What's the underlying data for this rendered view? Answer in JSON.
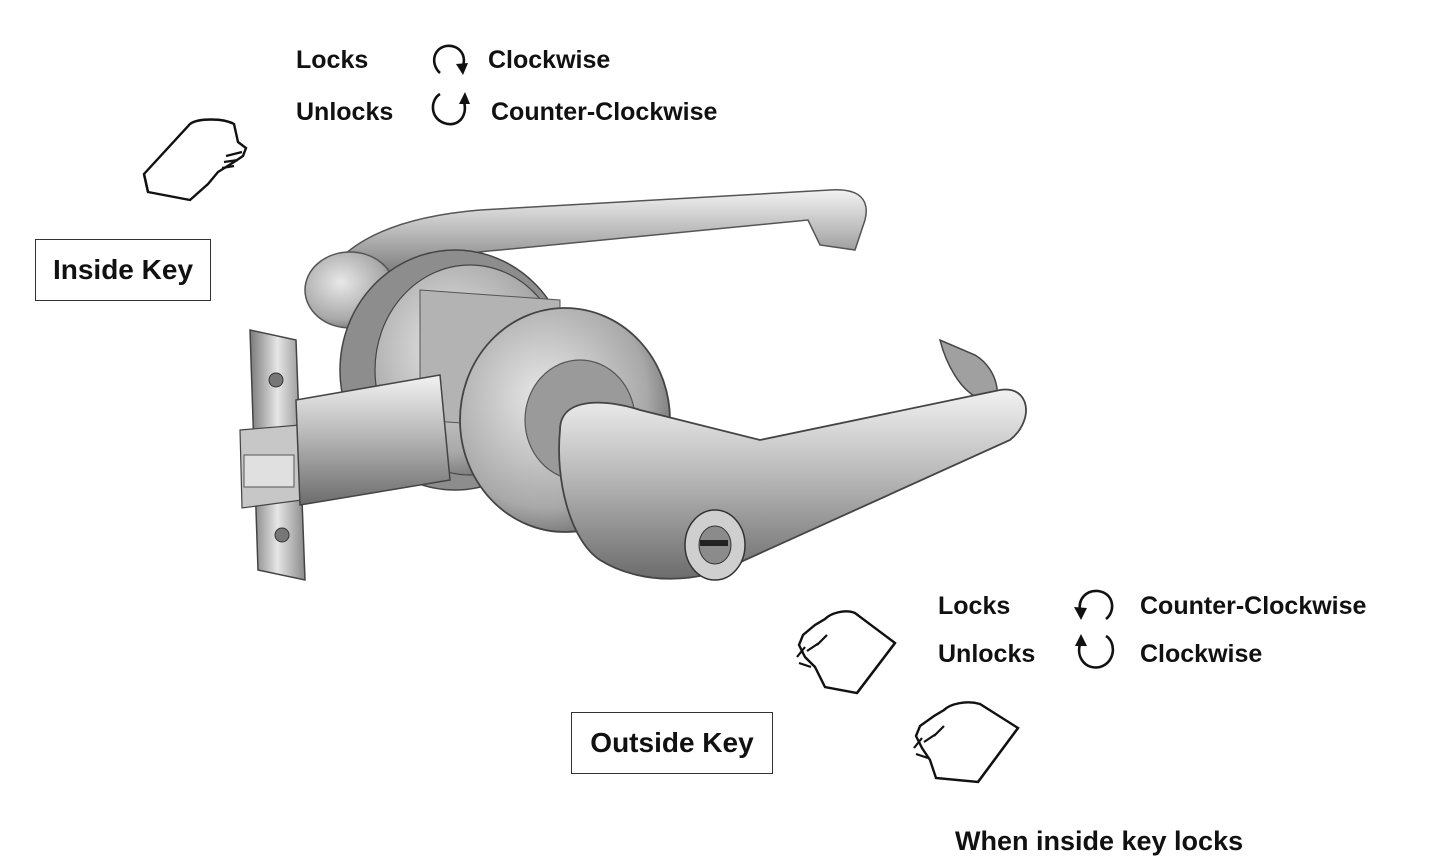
{
  "inside": {
    "locks_label": "Locks",
    "locks_direction": "Clockwise",
    "unlocks_label": "Unlocks",
    "unlocks_direction": "Counter-Clockwise",
    "key_label": "Inside Key"
  },
  "outside": {
    "locks_label": "Locks",
    "locks_direction": "Counter-Clockwise",
    "unlocks_label": "Unlocks",
    "unlocks_direction": "Clockwise",
    "key_label": "Outside Key"
  },
  "footer_note": "When inside key locks",
  "icons": [
    "rotate-clockwise-icon",
    "rotate-counter-clockwise-icon",
    "key-icon",
    "lever-lock-image"
  ],
  "colors": {
    "text": "#111111",
    "metal_light": "#d9d9d9",
    "metal_dark": "#6e6e6e"
  }
}
